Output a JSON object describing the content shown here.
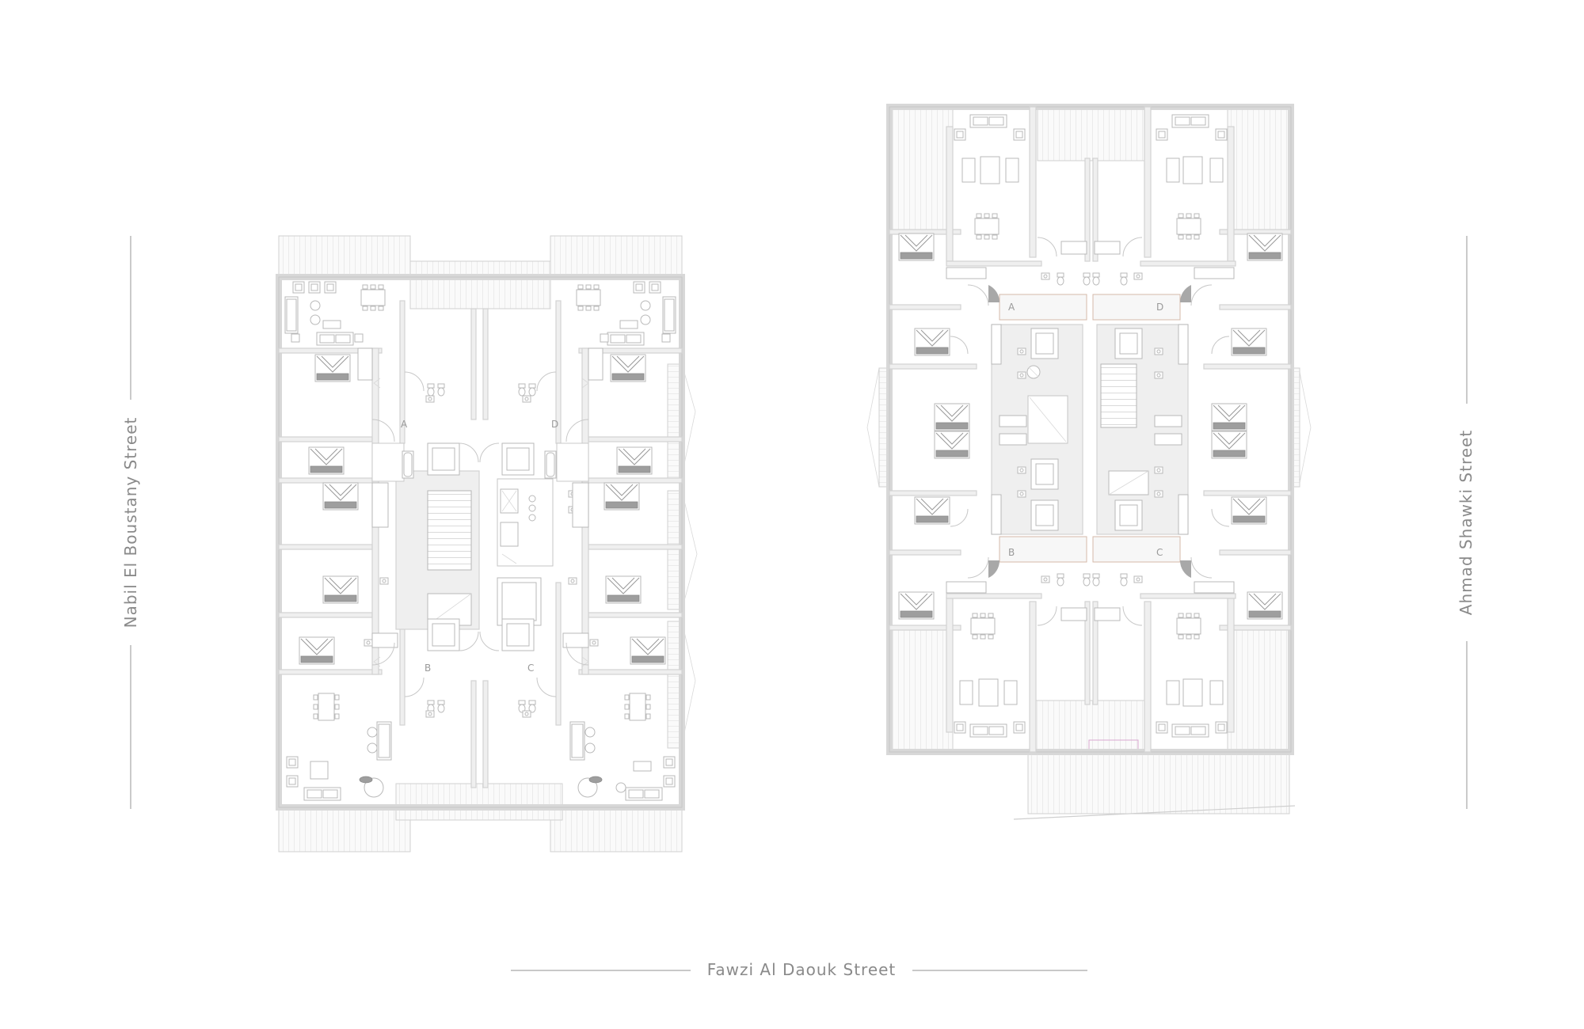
{
  "streets": {
    "left": "Nabil El Boustany Street",
    "right": "Ahmad Shawki Street",
    "bottom": "Fawzi Al Daouk Street"
  },
  "buildings": [
    {
      "units": [
        "A",
        "B",
        "C",
        "D"
      ]
    },
    {
      "units": [
        "A",
        "B",
        "C",
        "D"
      ]
    }
  ],
  "colors": {
    "walls": "#efefef",
    "linework": "#cfcfcf",
    "labels": "#8a8a8a",
    "accent": "#d9a8d0"
  }
}
